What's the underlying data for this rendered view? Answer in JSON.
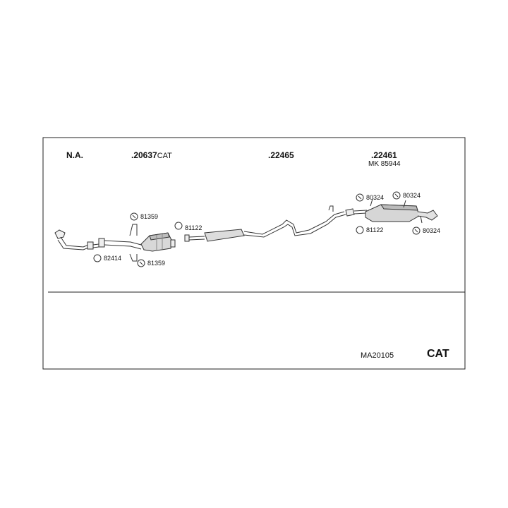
{
  "header": {
    "na_label": "N.A.",
    "part_cat_number": ".20637",
    "part_cat_suffix": "CAT",
    "part_middle": ".22465",
    "part_rear": ".22461",
    "part_rear_mk": "MK 85944"
  },
  "parts": {
    "p81359_top": "81359",
    "p81359_bottom": "81359",
    "p82414": "82414",
    "p81122_left": "81122",
    "p81122_right": "81122",
    "p80324_a": "80324",
    "p80324_b": "80324",
    "p80324_c": "80324"
  },
  "footer": {
    "set_code": "MA20105",
    "type_label": "CAT"
  }
}
